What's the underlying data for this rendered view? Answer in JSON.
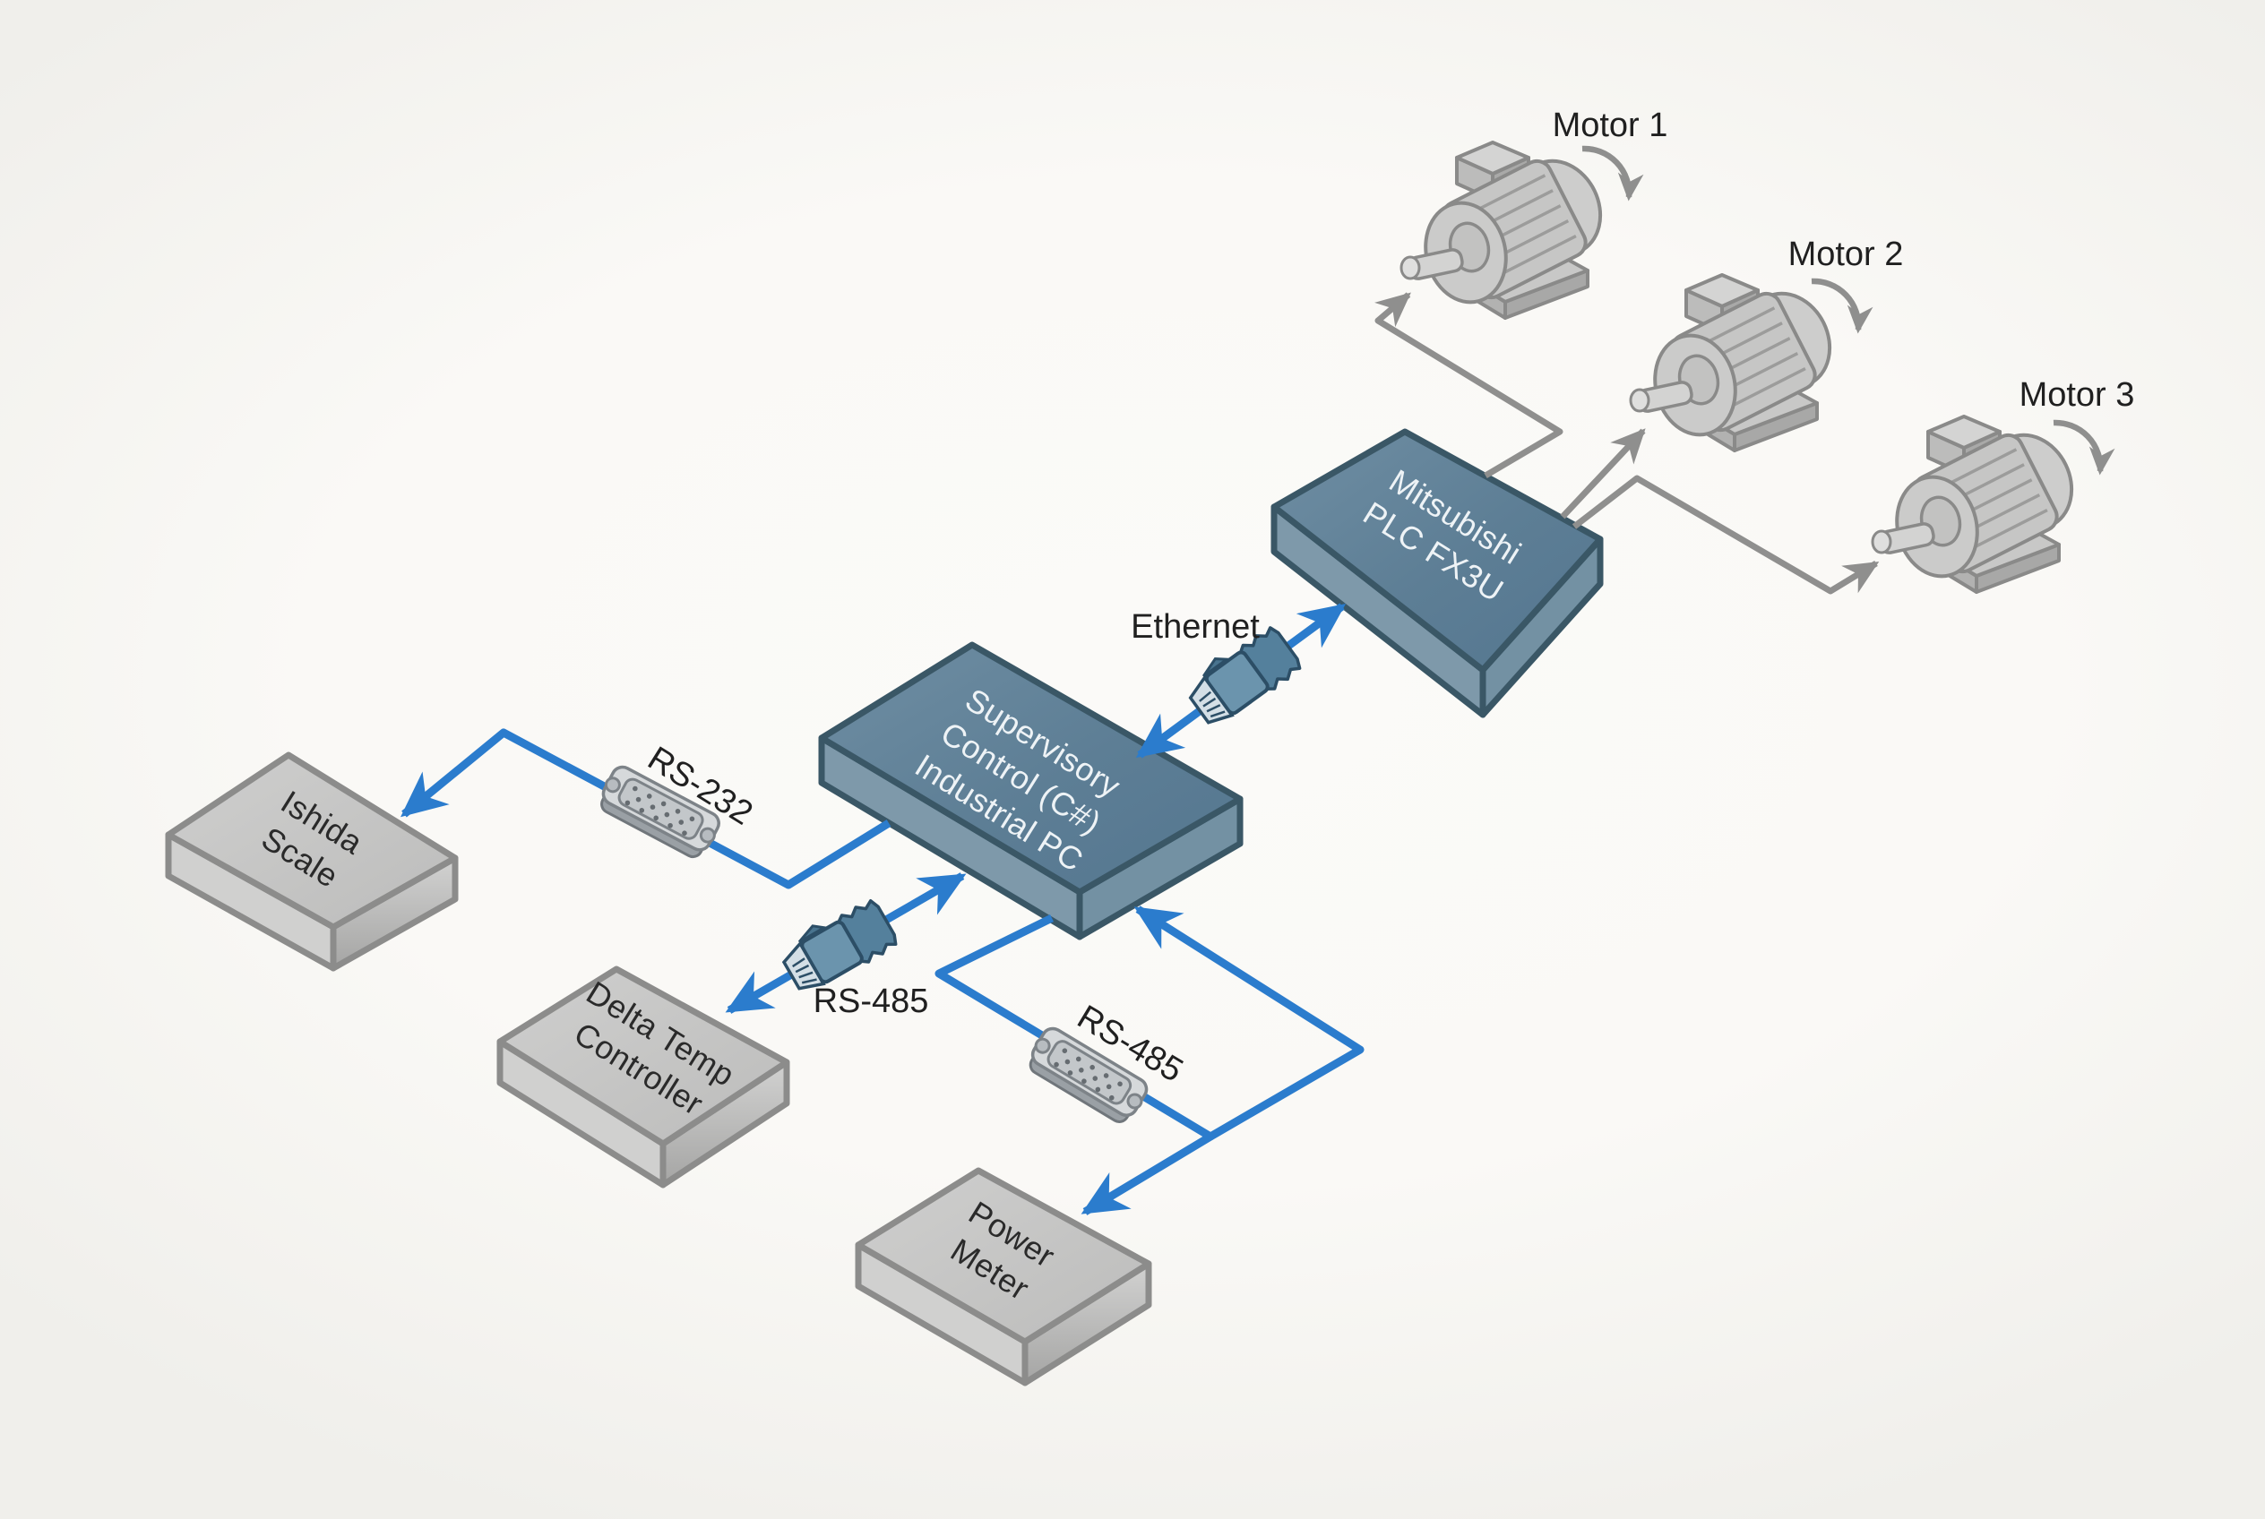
{
  "diagram": {
    "background": "#faf9f7",
    "colors": {
      "connection_blue": "#2b7ccd",
      "wire_gray": "#8f8f8e",
      "device_blue_top": "#5d7e95",
      "device_blue_side": "#7e99aa",
      "device_blue_outline": "#3a5766",
      "device_gray_top": "#c6c6c5",
      "device_gray_outline": "#8c8c8b",
      "label_color": "#202020",
      "device_label_color": "#eef3f6"
    },
    "nodes": {
      "plc": {
        "label_lines": [
          "Mitsubishi",
          "PLC FX3U"
        ]
      },
      "industrial_pc": {
        "label_lines": [
          "Supervisory",
          "Control (C#)",
          "Industrial PC"
        ]
      },
      "ishida_scale": {
        "label_lines": [
          "Ishida",
          "Scale"
        ]
      },
      "delta_temp_controller": {
        "label_lines": [
          "Delta Temp",
          "Controller"
        ]
      },
      "power_meter": {
        "label_lines": [
          "Power",
          "Meter"
        ]
      },
      "motors": [
        {
          "label": "Motor 1"
        },
        {
          "label": "Motor 2"
        },
        {
          "label": "Motor 3"
        }
      ]
    },
    "links": {
      "ethernet": {
        "label": "Ethernet",
        "style": "bidirectional",
        "connector_icon": "rj45-plug"
      },
      "rs232": {
        "label": "RS-232",
        "style": "arrow-to-device",
        "connector_icon": "db9-serial"
      },
      "rs485_temp": {
        "label": "RS-485",
        "style": "bidirectional",
        "connector_icon": "rj45-plug"
      },
      "rs485_power": {
        "label": "RS-485",
        "style": "loop",
        "connector_icon": "db15-serial"
      }
    }
  }
}
